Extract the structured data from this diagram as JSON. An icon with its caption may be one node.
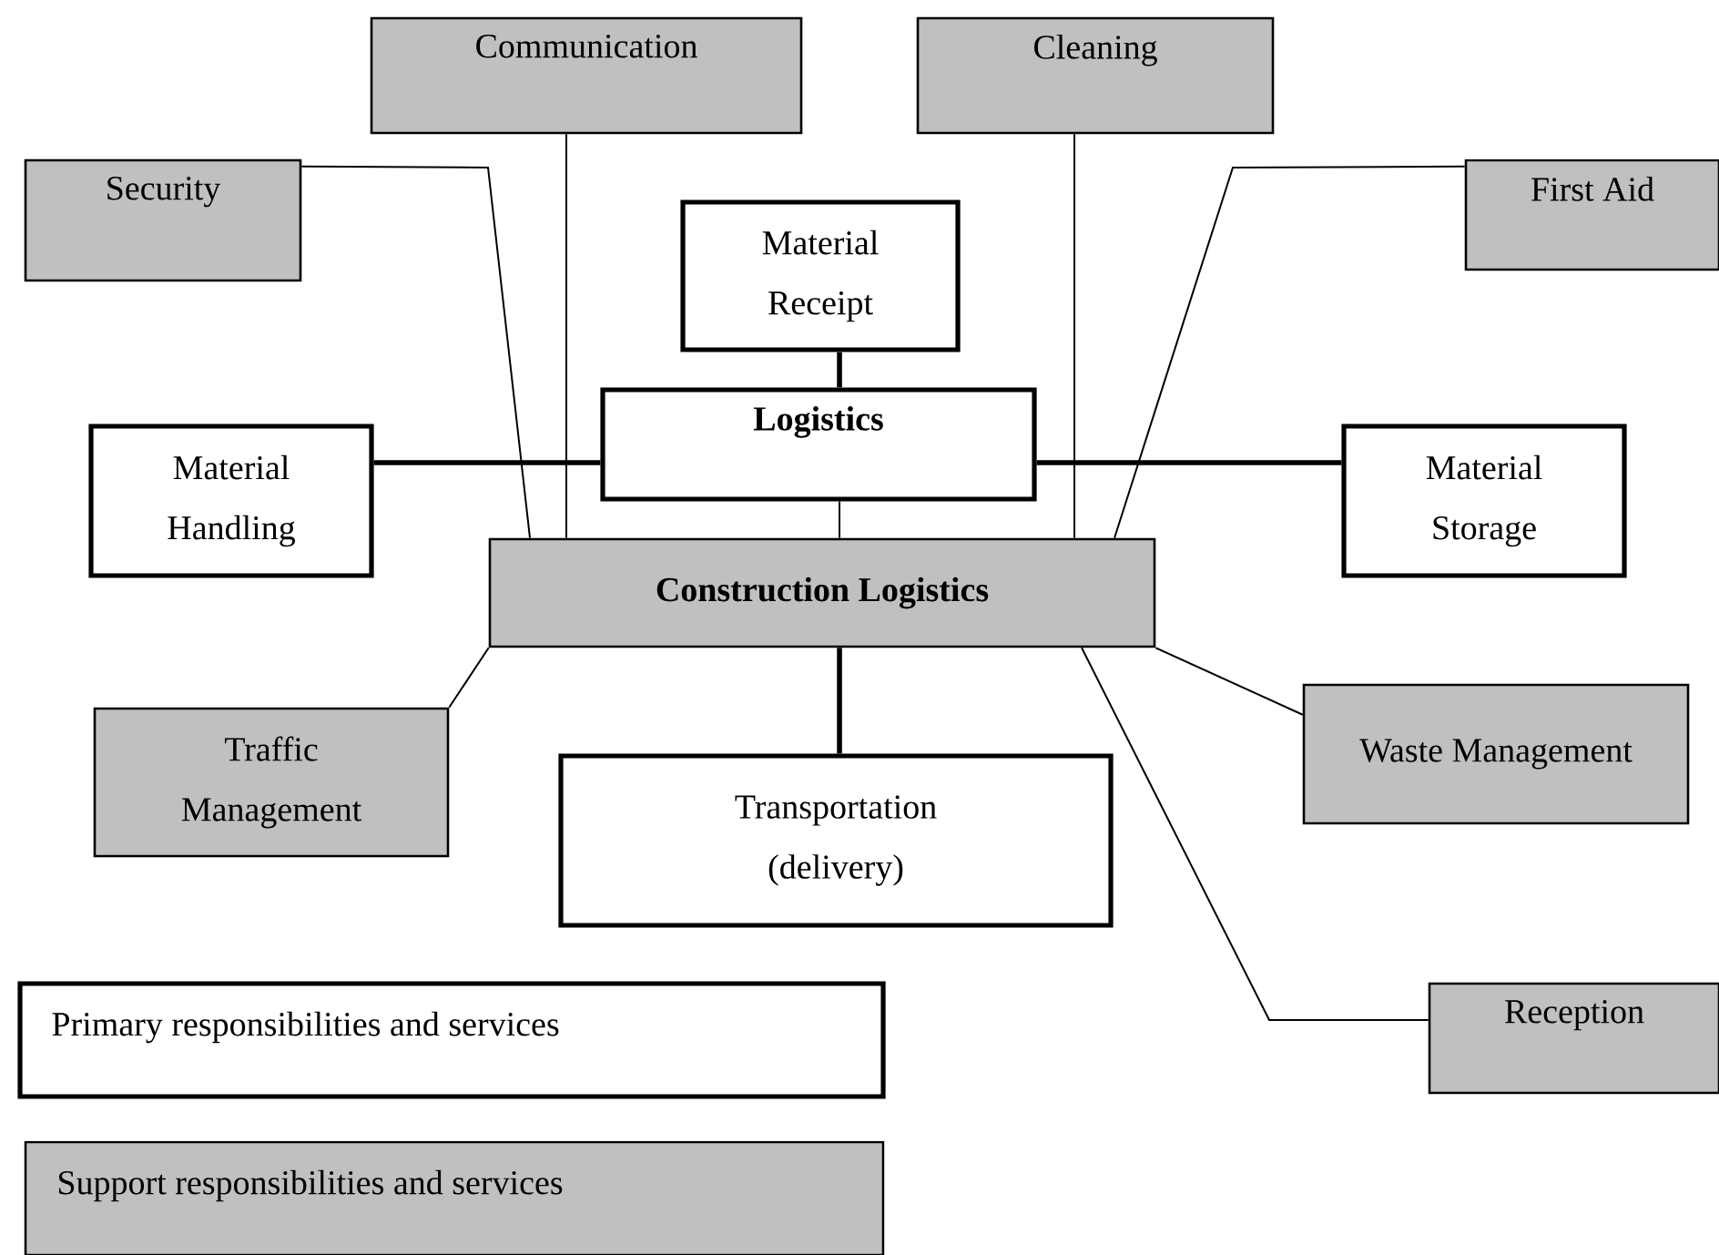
{
  "diagram": {
    "nodes": [
      {
        "text": [
          "Communication"
        ]
      },
      {
        "text": [
          "Cleaning"
        ]
      },
      {
        "text": [
          "Security"
        ]
      },
      {
        "text": [
          "Material Receipt"
        ]
      },
      {
        "text": [
          "First Aid"
        ]
      },
      {
        "text": [
          "Material Handling"
        ]
      },
      {
        "text": [
          "Logistics"
        ]
      },
      {
        "text": [
          "Material Storage"
        ]
      },
      {
        "text": [
          "Construction Logistics"
        ]
      },
      {
        "text": [
          "Traffic Management"
        ]
      },
      {
        "text": [
          "Transportation (delivery)"
        ]
      },
      {
        "text": [
          "Waste Management"
        ]
      },
      {
        "text": [
          "Reception"
        ]
      }
    ],
    "edges": [
      {
        "from": 0,
        "to": 8,
        "arrow": "none"
      },
      {
        "from": 1,
        "to": 8,
        "arrow": "none"
      },
      {
        "from": 2,
        "to": 8,
        "arrow": "none"
      },
      {
        "from": 4,
        "to": 8,
        "arrow": "none"
      },
      {
        "from": 3,
        "to": 6,
        "arrow": "none",
        "style": "thick"
      },
      {
        "from": 5,
        "to": 6,
        "arrow": "none",
        "style": "thick"
      },
      {
        "from": 6,
        "to": 7,
        "arrow": "none",
        "style": "thick"
      },
      {
        "from": 6,
        "to": 8,
        "arrow": "none"
      },
      {
        "from": 8,
        "to": 9,
        "arrow": "none"
      },
      {
        "from": 8,
        "to": 10,
        "arrow": "none",
        "style": "thick"
      },
      {
        "from": 8,
        "to": 11,
        "arrow": "none"
      },
      {
        "from": 8,
        "to": 12,
        "arrow": "none"
      }
    ],
    "legend": [
      {
        "text": "Primary responsibilities and services"
      },
      {
        "text": "Support responsibilities and services",
        "color": "#c0c0c0"
      }
    ]
  }
}
